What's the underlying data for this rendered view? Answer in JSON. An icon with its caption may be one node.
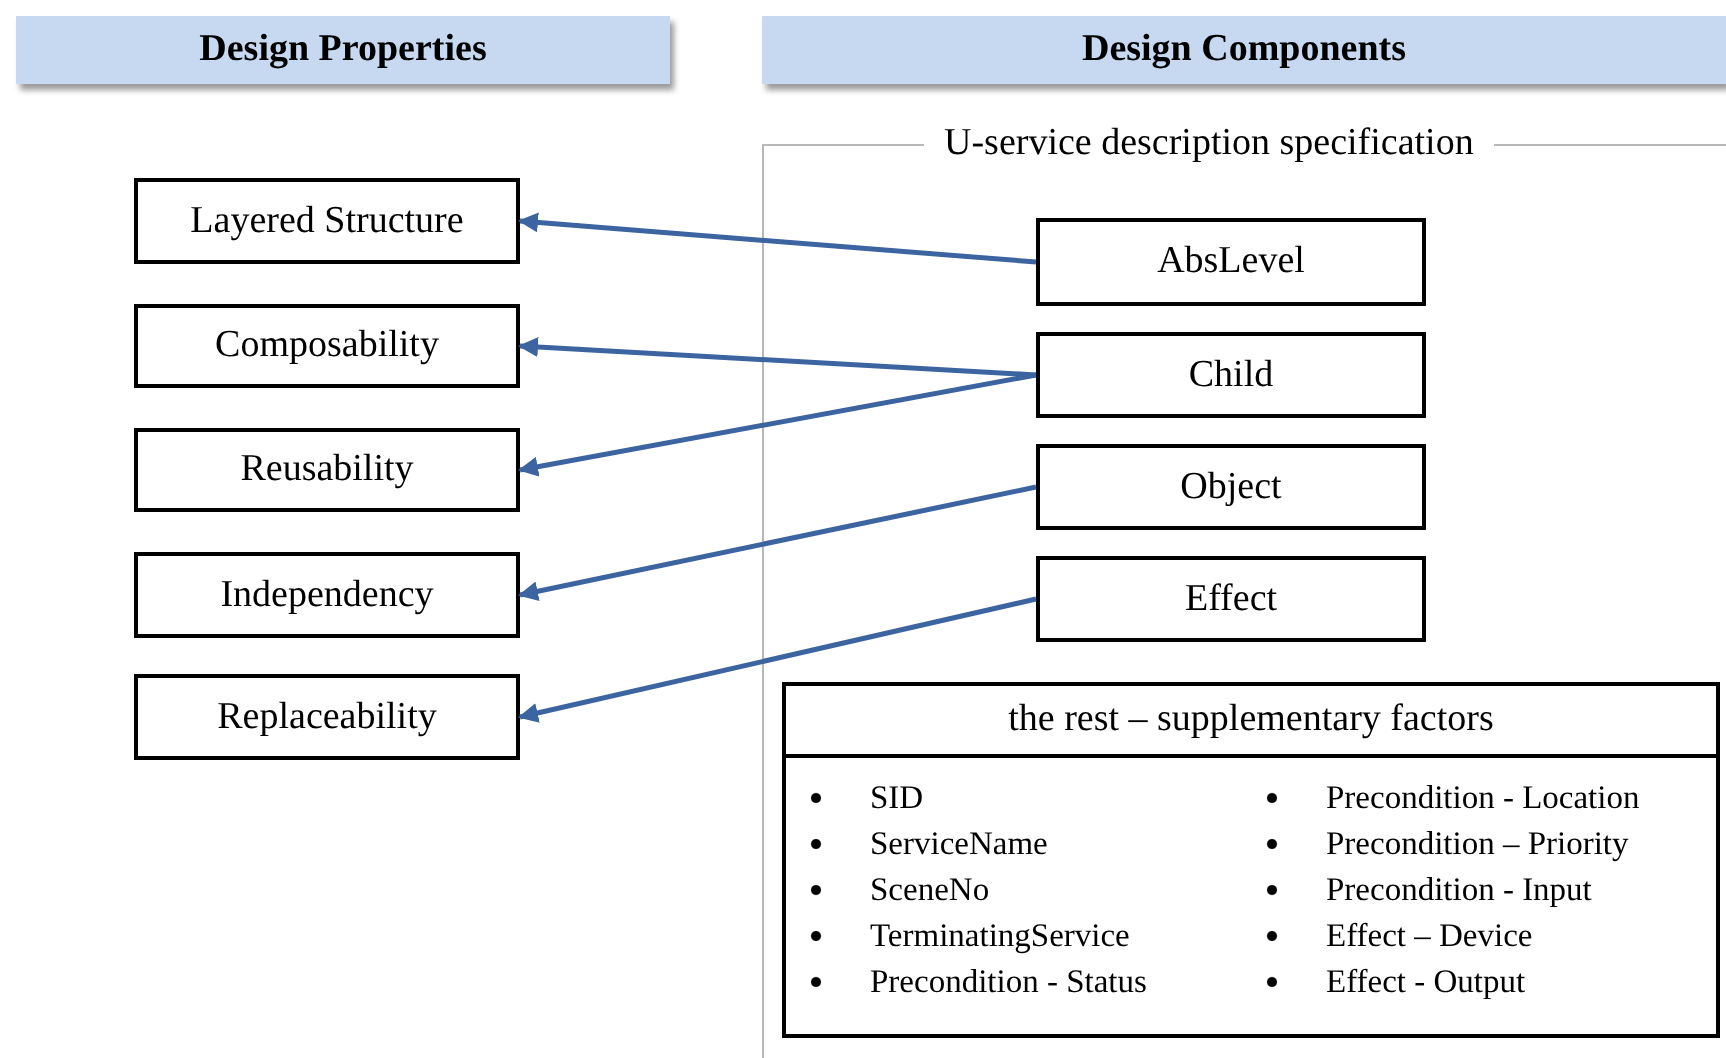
{
  "diagram": {
    "nodes": [
      {
        "text": [
          "Design Properties"
        ]
      },
      {
        "text": [
          "Design Components"
        ]
      },
      {
        "text": [
          "Layered Structure"
        ]
      },
      {
        "text": [
          "Composability"
        ]
      },
      {
        "text": [
          "Reusability"
        ]
      },
      {
        "text": [
          "Independency"
        ]
      },
      {
        "text": [
          "Replaceability"
        ]
      },
      {
        "text": [
          "U-service description specification"
        ]
      },
      {
        "text": [
          "AbsLevel"
        ],
        "in": 7
      },
      {
        "text": [
          "Child"
        ],
        "in": 7
      },
      {
        "text": [
          "Object"
        ],
        "in": 7
      },
      {
        "text": [
          "Effect"
        ],
        "in": 7
      },
      {
        "text": [
          "the rest – supplementary factors",
          "SID",
          "ServiceName",
          "SceneNo",
          "TerminatingService",
          "Precondition - Status",
          "Precondition - Location",
          "Precondition – Priority",
          "Precondition - Input",
          "Effect – Device",
          "Effect - Output"
        ],
        "in": 7
      }
    ],
    "edges": [
      {
        "from": 8,
        "to": 2,
        "arrow": "to"
      },
      {
        "from": 9,
        "to": 3,
        "arrow": "to"
      },
      {
        "from": 9,
        "to": 4,
        "arrow": "to"
      },
      {
        "from": 10,
        "to": 5,
        "arrow": "to"
      },
      {
        "from": 11,
        "to": 6,
        "arrow": "to"
      }
    ]
  }
}
